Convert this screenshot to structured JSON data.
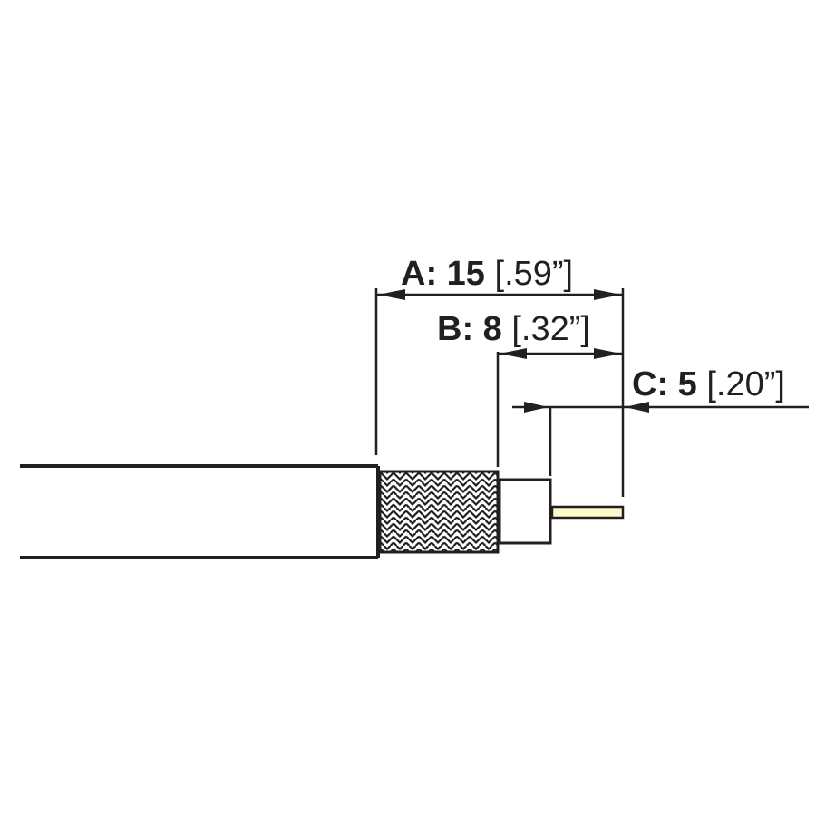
{
  "dimensions": [
    {
      "id": "A",
      "prefix": "A:",
      "value": "15",
      "imperial": "[.59”]"
    },
    {
      "id": "B",
      "prefix": "B:",
      "value": "8",
      "imperial": "[.32”]"
    },
    {
      "id": "C",
      "prefix": "C:",
      "value": "5",
      "imperial": "[.20”]"
    }
  ],
  "colors": {
    "line": "#231f20",
    "jacket": "#ffffff",
    "center_conductor": "#fdf9c8"
  }
}
